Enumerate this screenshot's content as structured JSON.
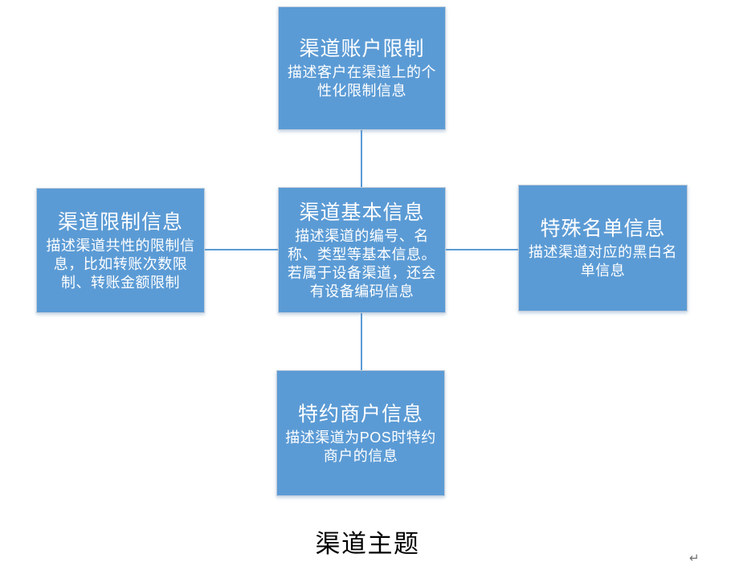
{
  "caption": "渠道主题",
  "paragraph_mark": "↵",
  "colors": {
    "node_fill": "#5B9BD5",
    "node_border": "#C2CDDA",
    "node_text": "#FFFFFF",
    "connector": "#5B9BD5",
    "caption_text": "#000000",
    "background": "#FFFFFF"
  },
  "nodes": [
    {
      "id": "channel-account-limit",
      "title": "渠道账户限制",
      "desc": "描述客户在渠道上的个性化限制信息"
    },
    {
      "id": "channel-limit-info",
      "title": "渠道限制信息",
      "desc": "描述渠道共性的限制信息，比如转账次数限制、转账金额限制"
    },
    {
      "id": "channel-basic-info",
      "title": "渠道基本信息",
      "desc": "描述渠道的编号、名称、类型等基本信息。若属于设备渠道，还会有设备编码信息"
    },
    {
      "id": "special-list-info",
      "title": "特殊名单信息",
      "desc": "描述渠道对应的黑白名单信息"
    },
    {
      "id": "merchant-info",
      "title": "特约商户信息",
      "desc": "描述渠道为POS时特约商户的信息"
    }
  ],
  "edges": [
    {
      "from": "channel-account-limit",
      "to": "channel-basic-info"
    },
    {
      "from": "channel-limit-info",
      "to": "channel-basic-info"
    },
    {
      "from": "special-list-info",
      "to": "channel-basic-info"
    },
    {
      "from": "merchant-info",
      "to": "channel-basic-info"
    }
  ]
}
